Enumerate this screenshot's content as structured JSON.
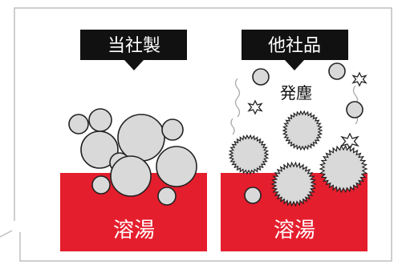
{
  "labels": {
    "ours": "当社製",
    "others": "他社品",
    "dust": "発塵",
    "melt_left": "溶湯",
    "melt_right": "溶湯"
  },
  "colors": {
    "melt": "#E51E2D",
    "label_box": "#111111",
    "particle_fill": "#D9D9D9",
    "particle_stroke": "#222222",
    "frame": "#BFBFBF"
  },
  "icons": {
    "callout_pointer": "triangle-down",
    "particle_smooth": "circle",
    "particle_spiky": "spiked-circle",
    "dust_star": "spark-star",
    "fume": "wavy-line"
  }
}
